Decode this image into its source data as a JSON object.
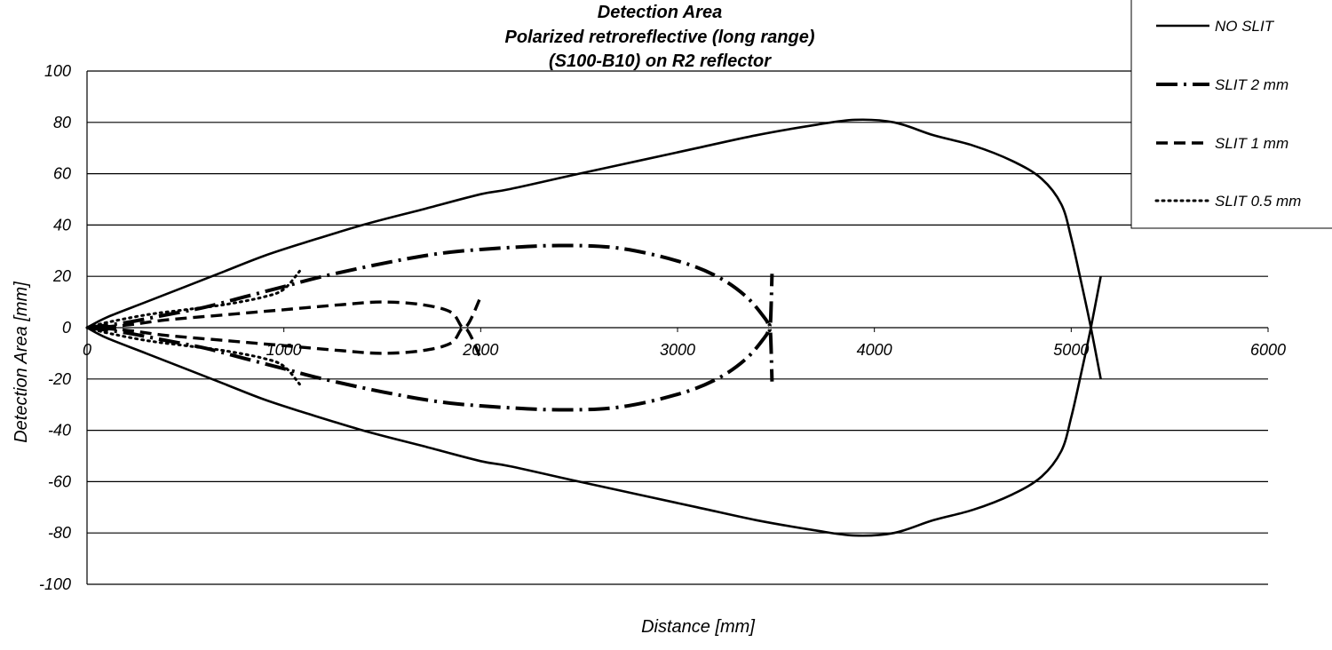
{
  "chart_data": {
    "type": "line",
    "title": [
      "Detection Area",
      "Polarized retroreflective (long range)",
      "(S100-B10) on R2 reflector"
    ],
    "xlabel": "Distance [mm]",
    "ylabel": "Detection Area [mm]",
    "xlim": [
      0,
      6000
    ],
    "ylim": [
      -100,
      100
    ],
    "xticks": [
      "0",
      "1000",
      "2000",
      "3000",
      "4000",
      "5000",
      "6000"
    ],
    "yticks": [
      "100",
      "80",
      "60",
      "40",
      "20",
      "0",
      "-20",
      "-40",
      "-60",
      "-80",
      "-100"
    ],
    "grid": "horizontal",
    "legend": "top-right",
    "series": [
      {
        "name": "NO SLIT",
        "style": "solid",
        "x": [
          0,
          100,
          300,
          500,
          700,
          900,
          1100,
          1400,
          1700,
          2000,
          2150,
          2500,
          2800,
          3100,
          3400,
          3700,
          3900,
          4100,
          4300,
          4500,
          4700,
          4850,
          4950,
          5000,
          5050,
          5100,
          5150
        ],
        "y": [
          0,
          4,
          10,
          16,
          22,
          28,
          33,
          40,
          46,
          52,
          54,
          60,
          65,
          70,
          75,
          79,
          81,
          80,
          75,
          71,
          65,
          58,
          48,
          35,
          18,
          0,
          -20
        ]
      },
      {
        "name": "SLIT 2 mm",
        "style": "dash-dot",
        "x": [
          0,
          200,
          400,
          600,
          800,
          1000,
          1200,
          1500,
          1800,
          2100,
          2400,
          2700,
          3000,
          3200,
          3350,
          3450,
          3470,
          3480
        ],
        "y": [
          0,
          2,
          5,
          8,
          12,
          16,
          20,
          25,
          29,
          31,
          32,
          31,
          26,
          20,
          12,
          3,
          0,
          21
        ]
      },
      {
        "name": "SLIT 1 mm",
        "style": "dashed",
        "x": [
          0,
          200,
          400,
          700,
          1000,
          1300,
          1500,
          1700,
          1850,
          1920,
          2000
        ],
        "y": [
          0,
          1,
          3,
          5,
          7,
          9,
          10,
          9,
          6,
          0,
          12
        ]
      },
      {
        "name": "SLIT 0.5 mm",
        "style": "dotted",
        "x": [
          0,
          100,
          300,
          500,
          700,
          900,
          1000,
          1080
        ],
        "y": [
          0,
          2,
          5,
          7,
          9,
          12,
          15,
          22
        ]
      }
    ]
  }
}
